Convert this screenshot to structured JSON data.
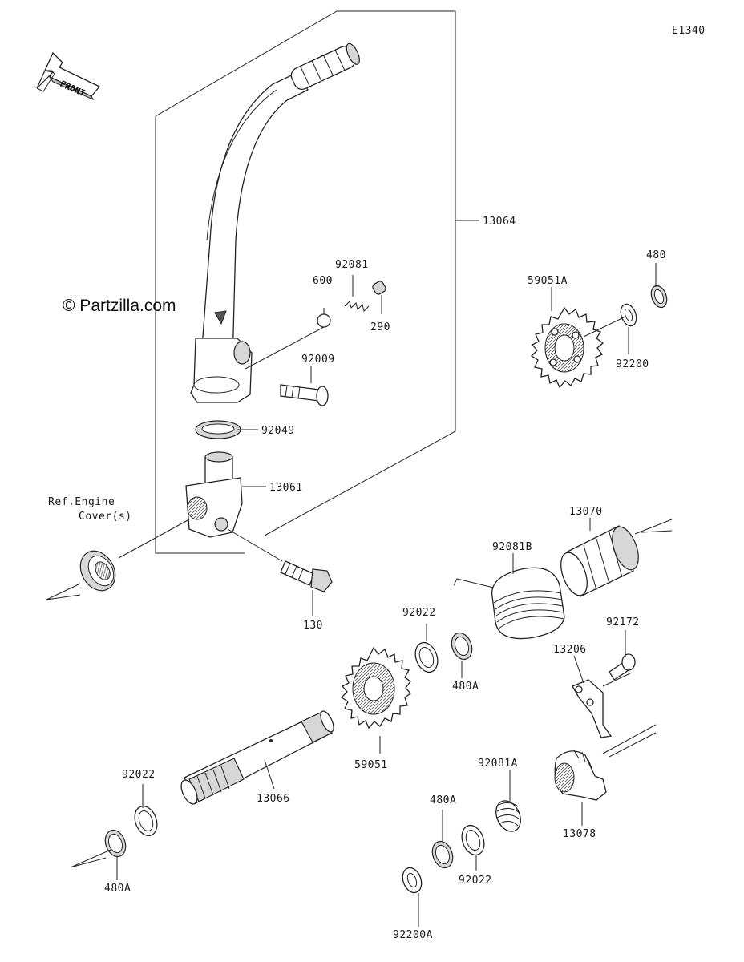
{
  "diagram_id": "E1340",
  "watermark": "© Partzilla.com",
  "front_label": "FRONT",
  "ref_note": [
    "Ref.Engine",
    "Cover(s)"
  ],
  "parts": {
    "p13064": "13064",
    "p92081": "92081",
    "p600": "600",
    "p290": "290",
    "p92009": "92009",
    "p92049": "92049",
    "p13061": "13061",
    "p130": "130",
    "p59051A": "59051A",
    "p480_top": "480",
    "p92200": "92200",
    "p13070": "13070",
    "p92081B": "92081B",
    "p92022_a": "92022",
    "p480A_a": "480A",
    "p92172": "92172",
    "p13206": "13206",
    "p59051": "59051",
    "p13066": "13066",
    "p92022_b": "92022",
    "p480A_b": "480A",
    "p92081A": "92081A",
    "p480A_c": "480A",
    "p13078": "13078",
    "p92022_c": "92022",
    "p92200A": "92200A"
  }
}
